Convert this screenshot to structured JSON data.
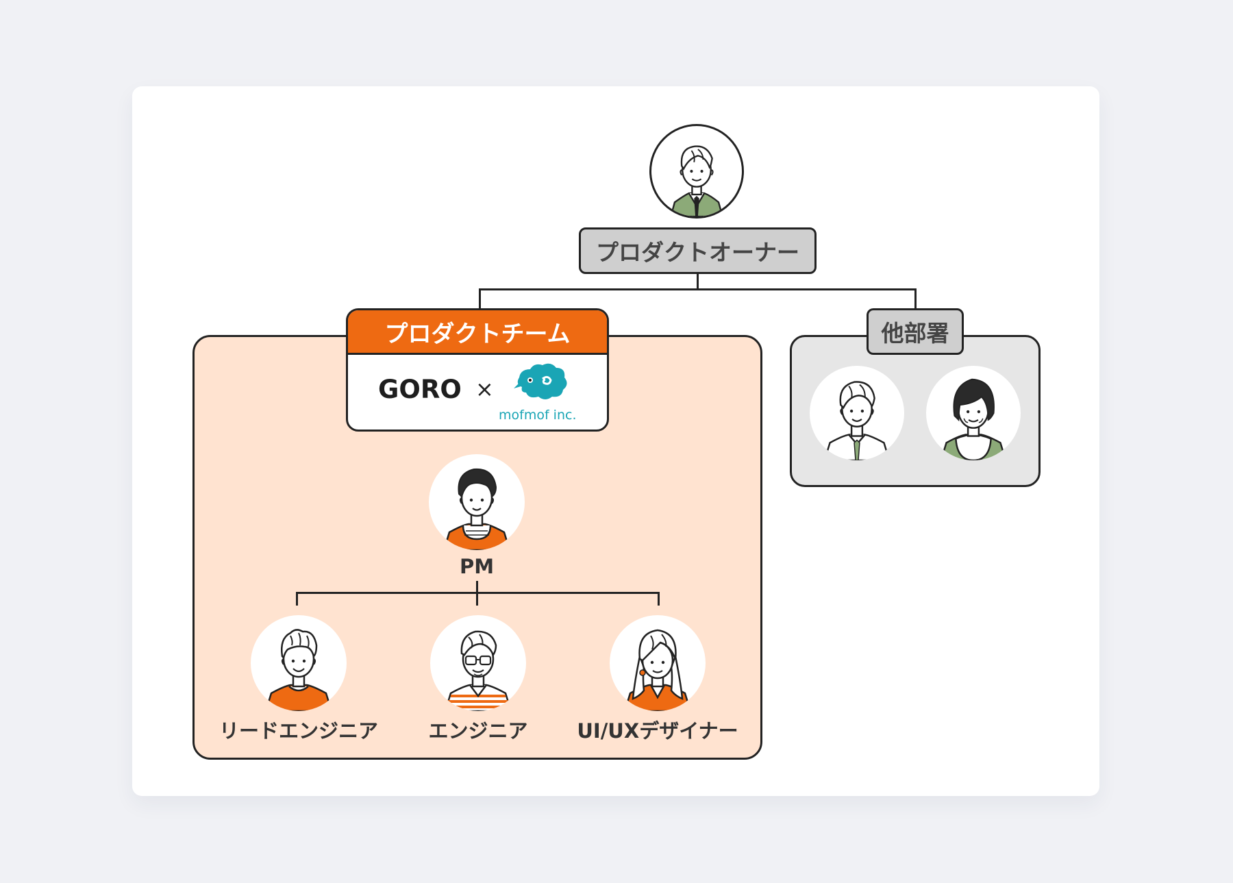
{
  "owner": {
    "label": "プロダクトオーナー"
  },
  "product_team": {
    "title": "プロダクトチーム",
    "partner_logo": "GORO",
    "times": "×",
    "partner2_logo": "mofmof inc."
  },
  "other_dept": {
    "title": "他部署"
  },
  "roles": {
    "pm": "PM",
    "lead_engineer": "リードエンジニア",
    "engineer": "エンジニア",
    "designer": "UI/UXデザイナー"
  },
  "colors": {
    "orange": "#ee6a12",
    "peach": "#ffe3d0",
    "gray_box": "#e6e6e6",
    "gray_label": "#cfcfcf",
    "green": "#8caa78",
    "teal": "#1aa5b5"
  }
}
